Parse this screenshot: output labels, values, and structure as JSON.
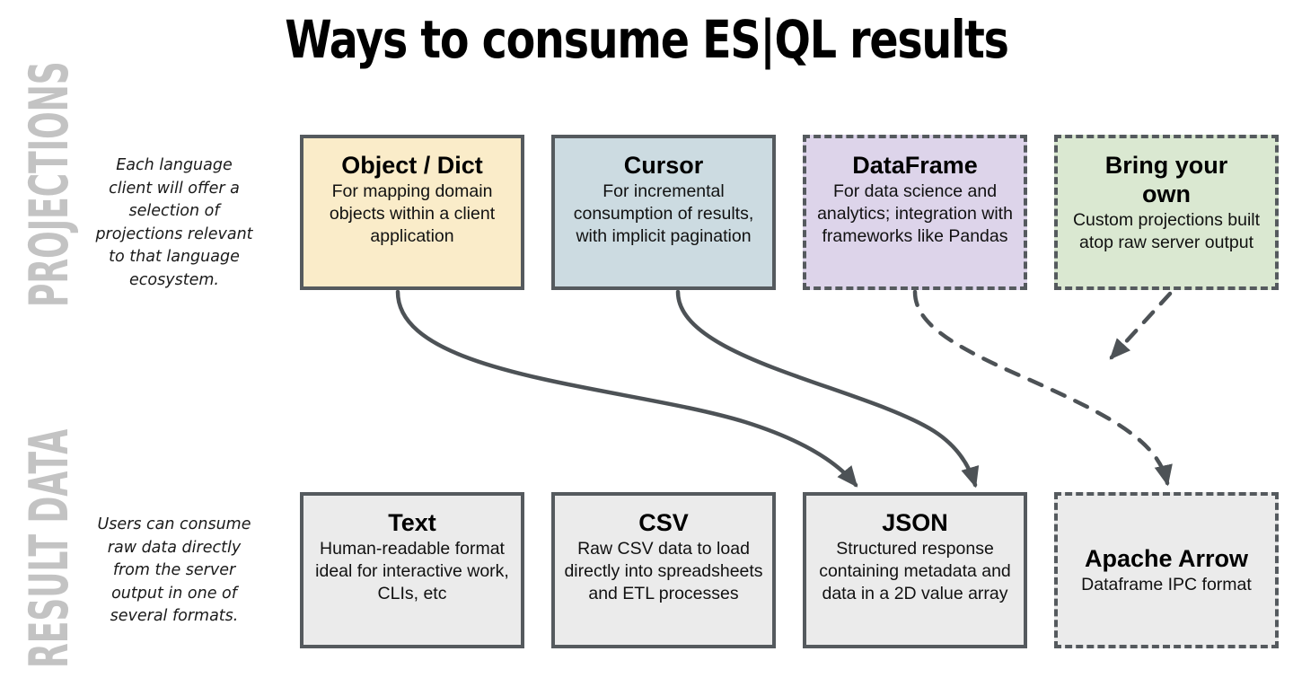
{
  "title": "Ways to consume ES|QL results",
  "colors": {
    "border": "#555a5e",
    "band_label": "#c3c3c3",
    "object_dict_fill": "#faecc9",
    "cursor_fill": "#ccdbe1",
    "dataframe_fill": "#ddd4ea",
    "bring_your_own_fill": "#dae8d1",
    "result_fill": "#ebebeb",
    "connector": "#4d5256"
  },
  "bands": [
    {
      "label": "PROJECTIONS",
      "caption": "Each language client will offer a selection of projections relevant to that language ecosystem."
    },
    {
      "label": "RESULT DATA",
      "caption": "Users can consume raw data directly from the server output in one of several formats."
    }
  ],
  "projections": [
    {
      "title": "Object / Dict",
      "desc": "For mapping domain objects within a client application",
      "border_style": "solid"
    },
    {
      "title": "Cursor",
      "desc": "For incremental consumption of results, with implicit pagination",
      "border_style": "solid"
    },
    {
      "title": "DataFrame",
      "desc": "For data science and analytics; integration with frameworks like Pandas",
      "border_style": "dashed"
    },
    {
      "title": "Bring your own",
      "desc": "Custom projections built atop raw server output",
      "border_style": "dashed"
    }
  ],
  "result_data": [
    {
      "title": "Text",
      "desc": "Human-readable format ideal for interactive work, CLIs, etc",
      "border_style": "solid"
    },
    {
      "title": "CSV",
      "desc": "Raw CSV data to load directly into spreadsheets and ETL processes",
      "border_style": "solid"
    },
    {
      "title": "JSON",
      "desc": "Structured response containing metadata and data in a 2D value array",
      "border_style": "solid"
    },
    {
      "title": "Apache Arrow",
      "desc": "Dataframe IPC format",
      "border_style": "dashed"
    }
  ],
  "connectors": [
    {
      "from": "Object / Dict",
      "to": "JSON",
      "style": "solid"
    },
    {
      "from": "Cursor",
      "to": "JSON",
      "style": "solid"
    },
    {
      "from": "DataFrame",
      "to": "Apache Arrow",
      "style": "dashed"
    },
    {
      "from": "Bring your own",
      "to": "DataFrame",
      "style": "dashed"
    }
  ]
}
